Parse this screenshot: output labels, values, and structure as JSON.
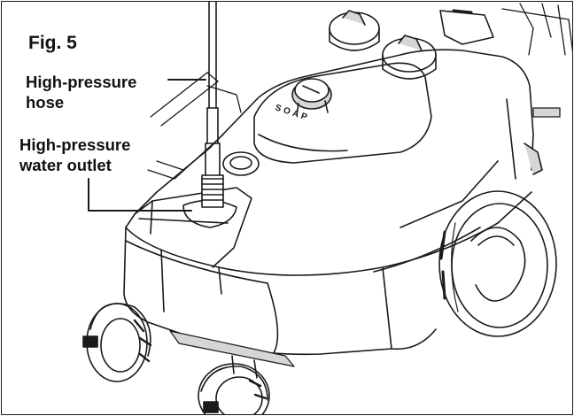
{
  "figure": {
    "title": "Fig. 5",
    "callouts": {
      "hose": {
        "line1": "High-pressure",
        "line2": "hose"
      },
      "outlet": {
        "line1": "High-pressure",
        "line2": "water outlet"
      }
    },
    "knob_lettering": "SOAP"
  },
  "colors": {
    "ink": "#1a1a1a",
    "shade": "#d6d6d6",
    "paper": "#ffffff"
  }
}
